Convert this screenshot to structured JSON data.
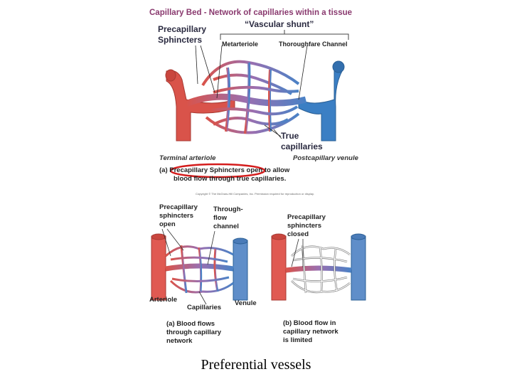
{
  "title": "Capillary Bed - Network of capillaries within a tissue",
  "top_panel": {
    "vascular_shunt": "“Vascular shunt”",
    "precap_line1": "Precapillary",
    "precap_line2": "Sphincters",
    "metarteriole": "Metarteriole",
    "thoroughfare": "Thoroughfare Channel",
    "true_cap_line1": "True",
    "true_cap_line2": "capillaries",
    "terminal_arteriole": "Terminal arteriole",
    "postcapillary": "Postcapillary venule",
    "caption_a": "(a)",
    "caption_highlight": "Precapillary Sphincters",
    "caption_line1_rest": " open to allow",
    "caption_line2": "blood flow through true capillaries.",
    "copyright": "Copyright © The McGraw-Hill Companies, Inc. Permission required for reproduction or display."
  },
  "panel_a": {
    "precap_open_1": "Precapillary",
    "precap_open_2": "sphincters",
    "precap_open_3": "open",
    "through_1": "Through-",
    "through_2": "flow",
    "through_3": "channel",
    "arteriole": "Arteriole",
    "venule": "Venule",
    "capillaries": "Capillaries",
    "cap_1": "(a) Blood flows",
    "cap_2": "through capillary",
    "cap_3": "network"
  },
  "panel_b": {
    "precap_closed_1": "Precapillary",
    "precap_closed_2": "sphincters",
    "precap_closed_3": "closed",
    "cap_1": "(b) Blood flow in",
    "cap_2": "capillary network",
    "cap_3": "is limited"
  },
  "footer": "Preferential vessels",
  "colors": {
    "artery": "#d9534a",
    "vein": "#3b7fc4",
    "capillary": "#9a6fb0",
    "highlight": "#d41c1c"
  }
}
